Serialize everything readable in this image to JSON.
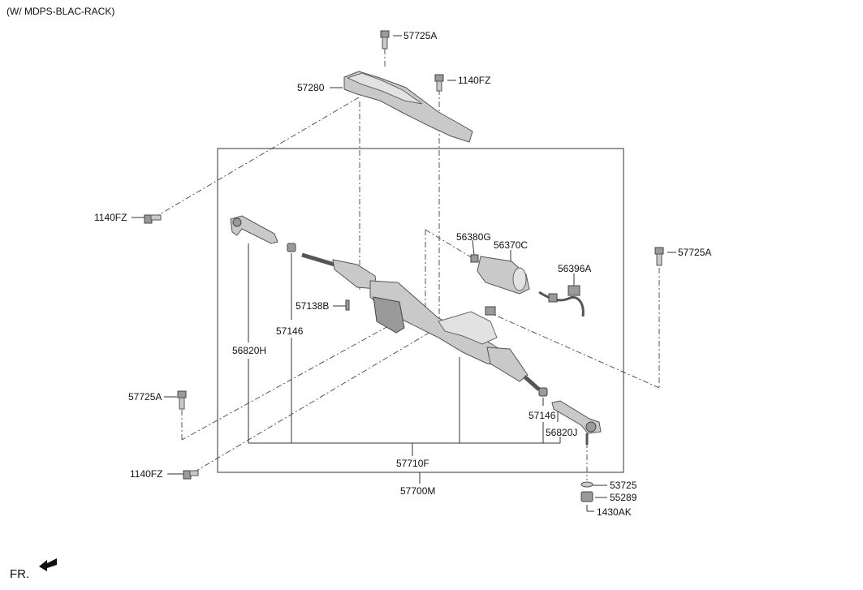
{
  "header": {
    "variant": "(W/ MDPS-BLAC-RACK)"
  },
  "footer": {
    "direction": "FR."
  },
  "callouts": {
    "bolt_top_center": "57725A",
    "bolt_top_right": "1140FZ",
    "cover": "57280",
    "bolt_left": "1140FZ",
    "sensor": "56380G",
    "motor": "56370C",
    "harness": "56396A",
    "bolt_right": "57725A",
    "vent": "57138B",
    "nut_left": "57146",
    "tie_rod_end_left": "56820H",
    "bolt_lower_left": "57725A",
    "nut_right": "57146",
    "tie_rod_end_right": "56820J",
    "rack_assy": "57710F",
    "bolt_bottom_left": "1140FZ",
    "gear_box_assy": "57700M",
    "washer": "53725",
    "castle_nut": "55289",
    "cotter_pin": "1430AK"
  }
}
